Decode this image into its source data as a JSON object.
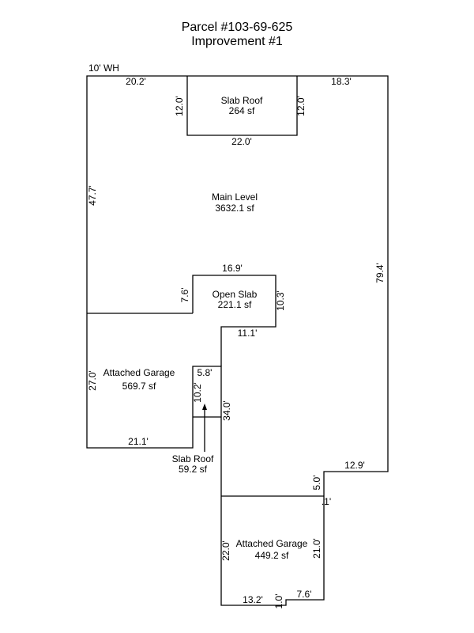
{
  "header": {
    "parcel": "Parcel #103-69-625",
    "improvement": "Improvement #1"
  },
  "sketch": {
    "wh_note": "10' WH",
    "areas": {
      "slab_roof_top": {
        "name": "Slab Roof",
        "area": "264 sf"
      },
      "main_level": {
        "name": "Main Level",
        "area": "3632.1 sf"
      },
      "open_slab": {
        "name": "Open Slab",
        "area": "221.1 sf"
      },
      "attached_garage_left": {
        "name": "Attached Garage",
        "area": "569.7 sf"
      },
      "slab_roof_small": {
        "name": "Slab Roof",
        "area": "59.2 sf"
      },
      "attached_garage_bottom": {
        "name": "Attached Garage",
        "area": "449.2 sf"
      }
    },
    "dimensions": {
      "top_left": "20.2'",
      "top_right": "18.3'",
      "slab_left": "12.0'",
      "slab_right": "12.0'",
      "slab_bottom": "22.0'",
      "main_left": "47.7'",
      "main_right": "79.4'",
      "open_top": "16.9'",
      "open_left": "7.6'",
      "open_right": "10.3'",
      "open_bottom": "11.1'",
      "garage_left_side": "27.0'",
      "garage_left_bottom": "21.1'",
      "small_slab_top": "5.8'",
      "small_slab_side": "10.2'",
      "center_vertical": "34.0'",
      "right_step": "12.9'",
      "step_vertical": "5.0'",
      "tiny_jog": ".1'",
      "garage_bottom_left": "22.0'",
      "garage_bottom_right": "21.0'",
      "bottom_left": "13.2'",
      "bottom_notch": "1.0'",
      "bottom_right": "7.6'"
    }
  }
}
